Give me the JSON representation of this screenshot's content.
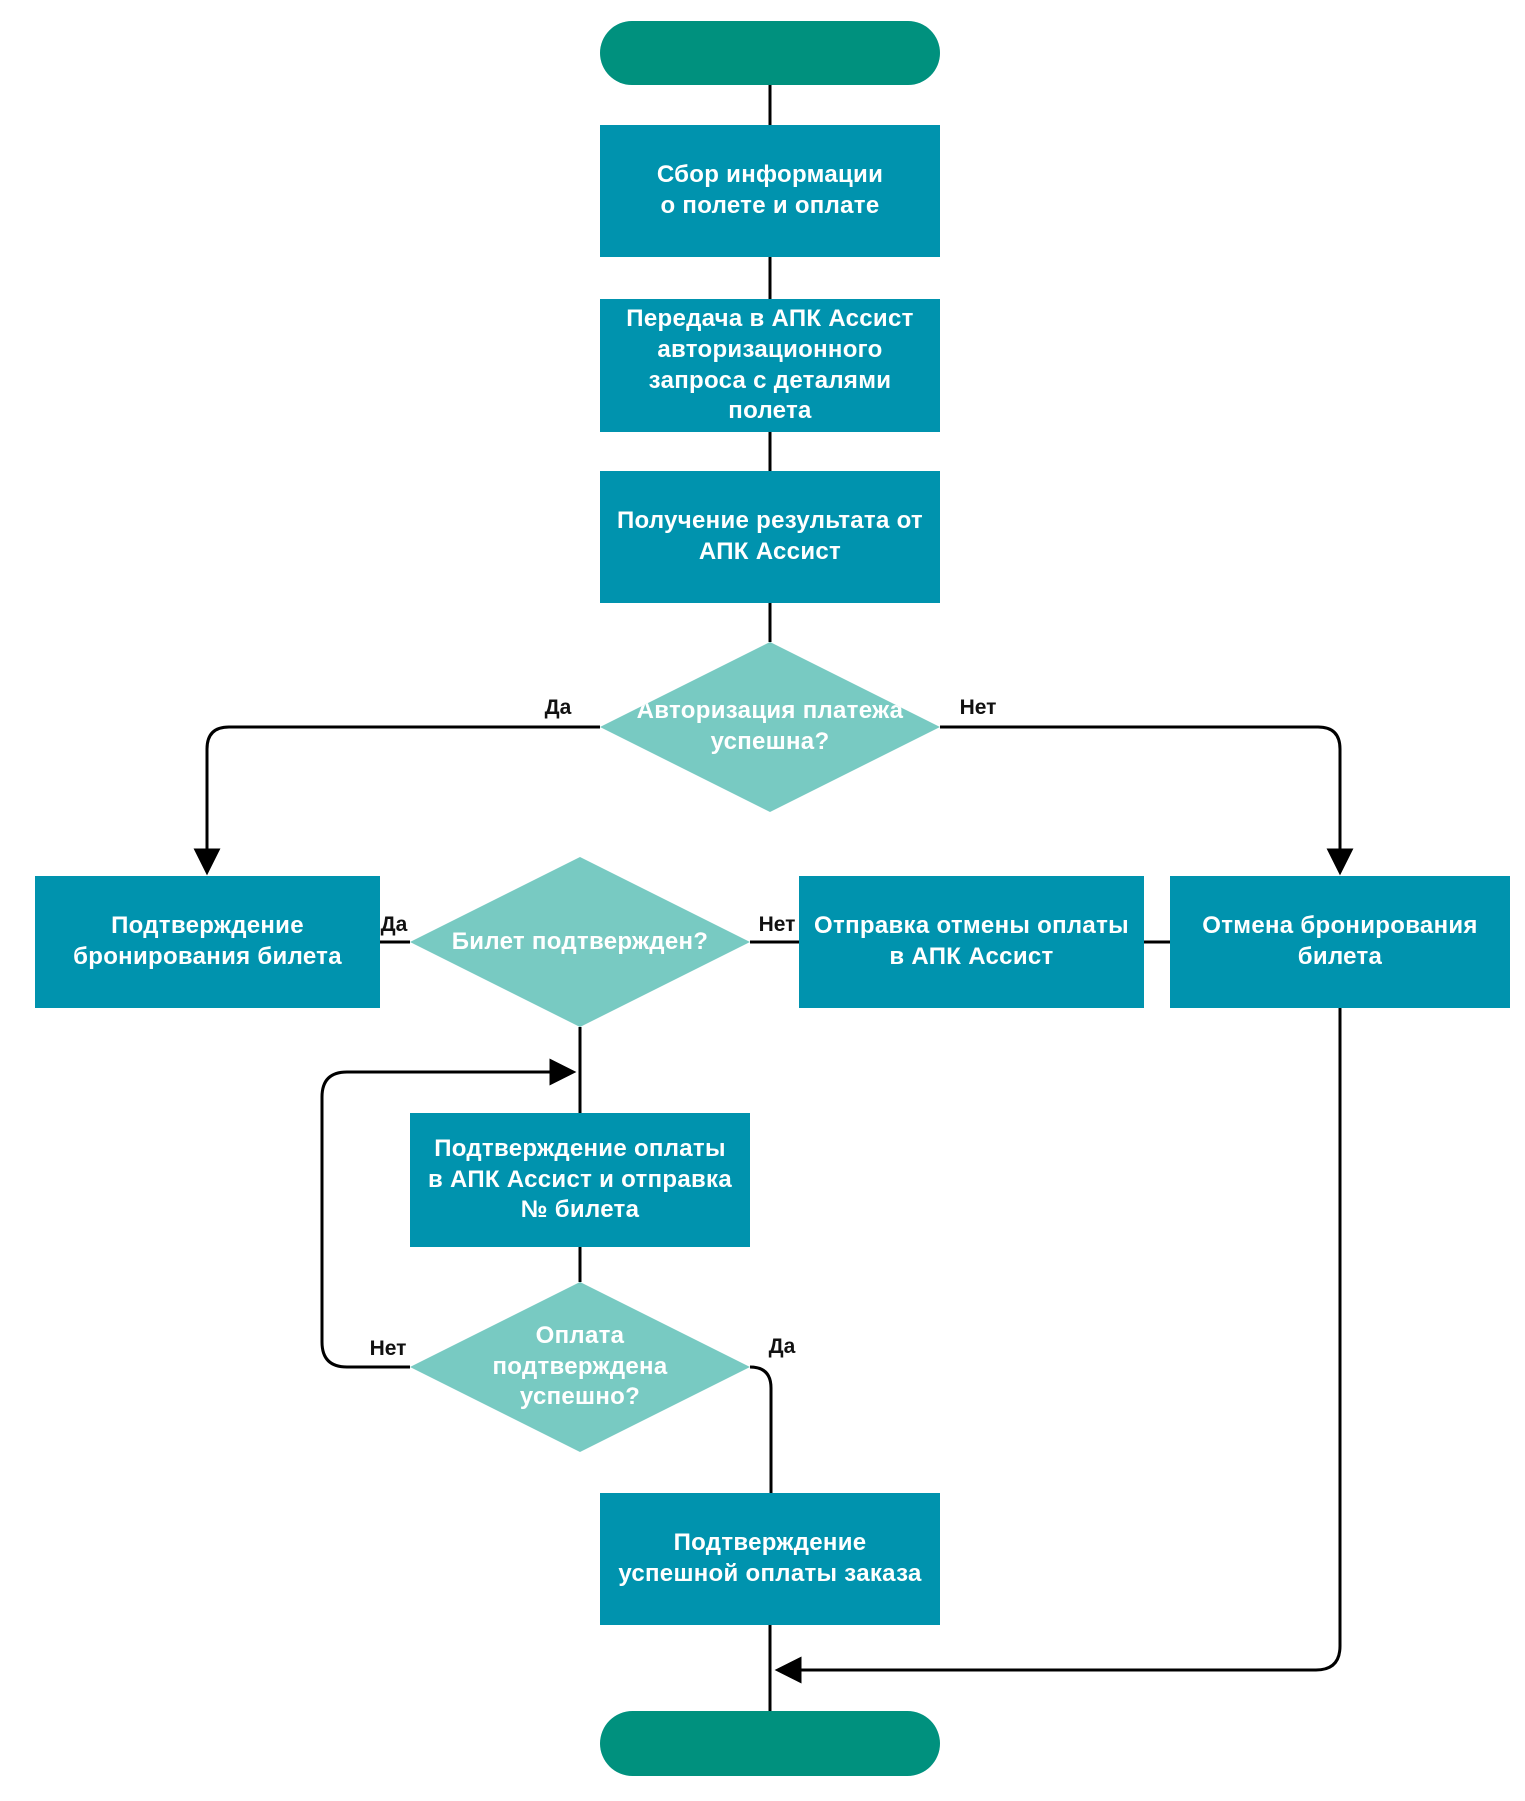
{
  "colors": {
    "canvas_white": "#ffffff",
    "terminal_green": "#00917E",
    "process_teal": "#0093AE",
    "decision_teal": "#78CAC2",
    "connector_black": "#000000",
    "text_white": "#ffffff",
    "label_black": "#111111"
  },
  "nodes": {
    "start": {
      "type": "terminal",
      "label": ""
    },
    "collect_info": {
      "type": "process",
      "label": "Сбор информации\nо полете и оплате"
    },
    "send_auth_request": {
      "type": "process",
      "label": "Передача в АПК Ассист\nавторизационного\nзапроса с деталями\nполета"
    },
    "receive_result": {
      "type": "process",
      "label": "Получение результата от\nАПК Ассист"
    },
    "auth_success": {
      "type": "decision",
      "label": "Авторизация платежа\nуспешна?"
    },
    "confirm_booking": {
      "type": "process",
      "label": "Подтверждение\nбронирования билета"
    },
    "ticket_confirmed": {
      "type": "decision",
      "label": "Билет подтвержден?"
    },
    "send_cancel_payment": {
      "type": "process",
      "label": "Отправка отмены оплаты\nв АПК Ассист"
    },
    "cancel_booking": {
      "type": "process",
      "label": "Отмена бронирования\nбилета"
    },
    "confirm_payment": {
      "type": "process",
      "label": "Подтверждение оплаты\nв АПК Ассист и отправка\n№ билета"
    },
    "payment_confirmed": {
      "type": "decision",
      "label": "Оплата\nподтверждена\nуспешно?"
    },
    "confirm_order": {
      "type": "process",
      "label": "Подтверждение\nуспешной оплаты заказа"
    },
    "end": {
      "type": "terminal",
      "label": ""
    }
  },
  "edge_labels": {
    "auth_yes": "Да",
    "auth_no": "Нет",
    "ticket_yes": "Да",
    "ticket_no": "Нет",
    "payment_no": "Нет",
    "payment_yes": "Да"
  }
}
